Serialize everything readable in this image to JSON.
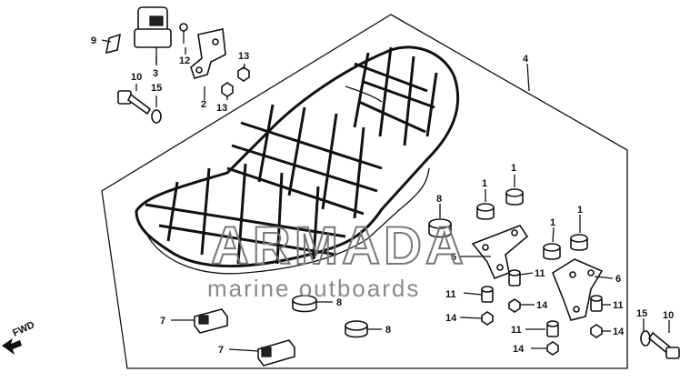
{
  "diagram": {
    "callouts": [
      {
        "id": "c9",
        "text": "9"
      },
      {
        "id": "c3",
        "text": "3"
      },
      {
        "id": "c12",
        "text": "12"
      },
      {
        "id": "c2",
        "text": "2"
      },
      {
        "id": "c13a",
        "text": "13"
      },
      {
        "id": "c13b",
        "text": "13"
      },
      {
        "id": "c10a",
        "text": "10"
      },
      {
        "id": "c15a",
        "text": "15"
      },
      {
        "id": "c4",
        "text": "4"
      },
      {
        "id": "c1a",
        "text": "1"
      },
      {
        "id": "c1b",
        "text": "1"
      },
      {
        "id": "c1c",
        "text": "1"
      },
      {
        "id": "c1d",
        "text": "1"
      },
      {
        "id": "c8a",
        "text": "8"
      },
      {
        "id": "c8b",
        "text": "8"
      },
      {
        "id": "c8c",
        "text": "8"
      },
      {
        "id": "c5",
        "text": "5"
      },
      {
        "id": "c6",
        "text": "6"
      },
      {
        "id": "c11a",
        "text": "11"
      },
      {
        "id": "c11b",
        "text": "11"
      },
      {
        "id": "c11c",
        "text": "11"
      },
      {
        "id": "c11d",
        "text": "11"
      },
      {
        "id": "c14a",
        "text": "14"
      },
      {
        "id": "c14b",
        "text": "14"
      },
      {
        "id": "c14c",
        "text": "14"
      },
      {
        "id": "c14d",
        "text": "14"
      },
      {
        "id": "c7a",
        "text": "7"
      },
      {
        "id": "c7b",
        "text": "7"
      },
      {
        "id": "c15b",
        "text": "15"
      },
      {
        "id": "c10b",
        "text": "10"
      }
    ],
    "fwd_label": "FWD"
  },
  "watermark": {
    "brand": "ARMADA",
    "tagline": "marine outboards",
    "logo_color": "#e8a6c8"
  }
}
